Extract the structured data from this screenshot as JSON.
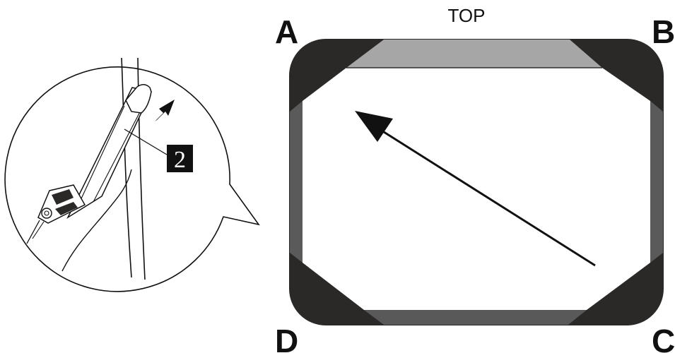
{
  "labels": {
    "top": "TOP",
    "corner_a": "A",
    "corner_b": "B",
    "corner_c": "C",
    "corner_d": "D",
    "step": "2"
  },
  "colors": {
    "ink": "#111111",
    "corner_fill": "#2b2828",
    "top_strip": "#a6a6a6",
    "side_strip": "#5a5a5a",
    "bottom_strip": "#595959",
    "paper": "#ffffff"
  },
  "icons": {
    "push_arrow": "arrow-up-right-icon",
    "direction_arrow": "arrow-up-left-icon"
  }
}
